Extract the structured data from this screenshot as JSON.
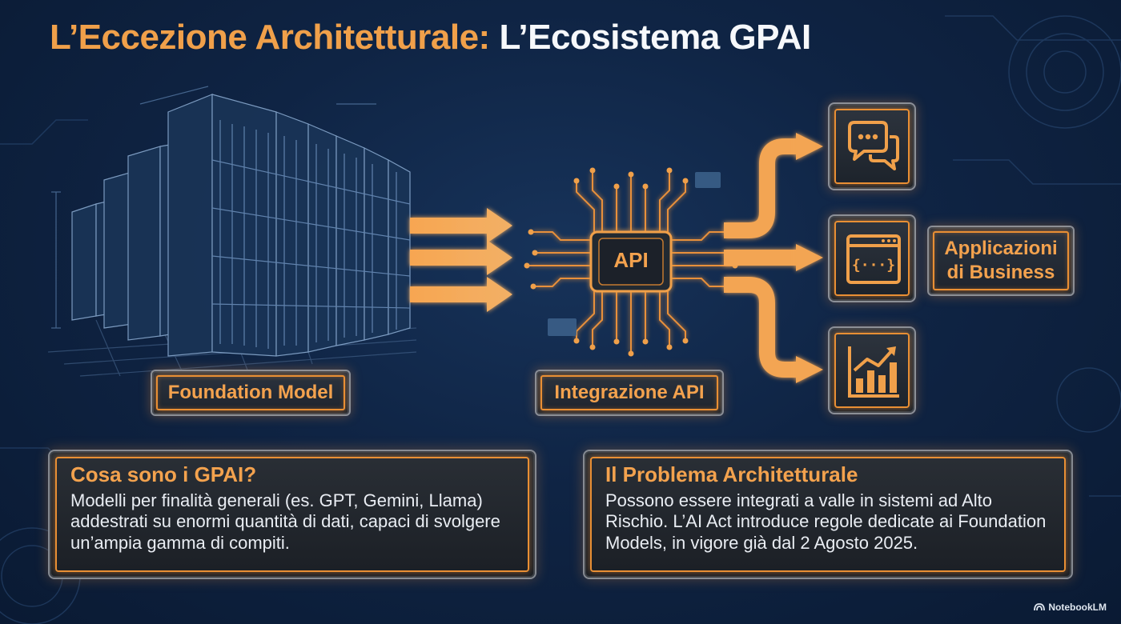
{
  "title": {
    "part1": "L’Eccezione Architetturale:",
    "part2": "L’Ecosistema GPAI"
  },
  "nodes": {
    "foundation": "Foundation Model",
    "api_chip": "API",
    "api": "Integrazione API",
    "business": "Applicazioni di Business"
  },
  "icons": [
    "server-rack-icon",
    "api-chip-icon",
    "chat-icon",
    "code-window-icon",
    "bar-chart-icon"
  ],
  "cards": {
    "gpai": {
      "title": "Cosa sono i GPAI?",
      "body": "Modelli per finalità generali (es. GPT, Gemini, Llama) addestrati su enormi quantità di dati, capaci di svolgere un’ampia gamma di compiti."
    },
    "problem": {
      "title": "Il Problema Architetturale",
      "body": "Possono essere integrati a valle in sistemi ad Alto Rischio. L’AI Act introduce regole dedicate ai Foundation Models, in vigore già dal 2 Agosto 2025."
    }
  },
  "brand": "NotebookLM",
  "colors": {
    "accent": "#f0a04a",
    "background": "#0f2444",
    "text": "#e9edf3"
  }
}
